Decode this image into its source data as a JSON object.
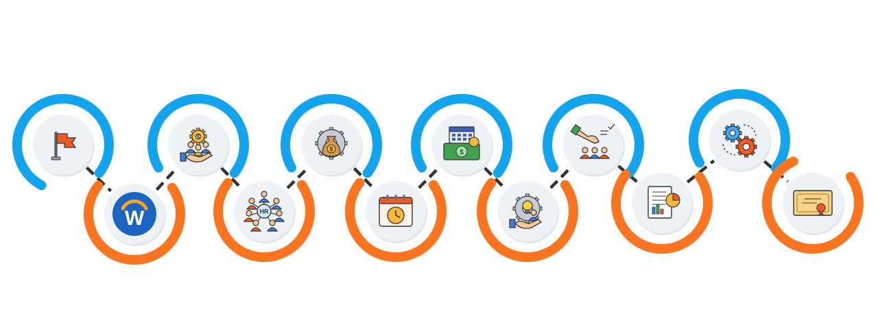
{
  "colors": {
    "top_ring": "#12a4ec",
    "bottom_ring": "#fb7420",
    "connector": "#333333",
    "node_fill": "#eef1f5",
    "brand_blue": "#1b64c2",
    "brand_orange": "#fba61a"
  },
  "steps": [
    {
      "row": "top",
      "icon": "flag-icon"
    },
    {
      "row": "bottom",
      "icon": "workday-logo-icon",
      "logo_text": "W"
    },
    {
      "row": "top",
      "icon": "gear-money-people-hand-icon"
    },
    {
      "row": "bottom",
      "icon": "hr-network-icon",
      "logo_text": "HR"
    },
    {
      "row": "top",
      "icon": "money-bag-gear-icon"
    },
    {
      "row": "bottom",
      "icon": "calendar-clock-icon"
    },
    {
      "row": "top",
      "icon": "calendar-cash-icon"
    },
    {
      "row": "bottom",
      "icon": "idea-gear-hand-icon"
    },
    {
      "row": "top",
      "icon": "hand-picking-person-icon"
    },
    {
      "row": "bottom",
      "icon": "report-chart-icon"
    },
    {
      "row": "top",
      "icon": "gears-process-icon"
    },
    {
      "row": "bottom",
      "icon": "certificate-icon"
    }
  ]
}
